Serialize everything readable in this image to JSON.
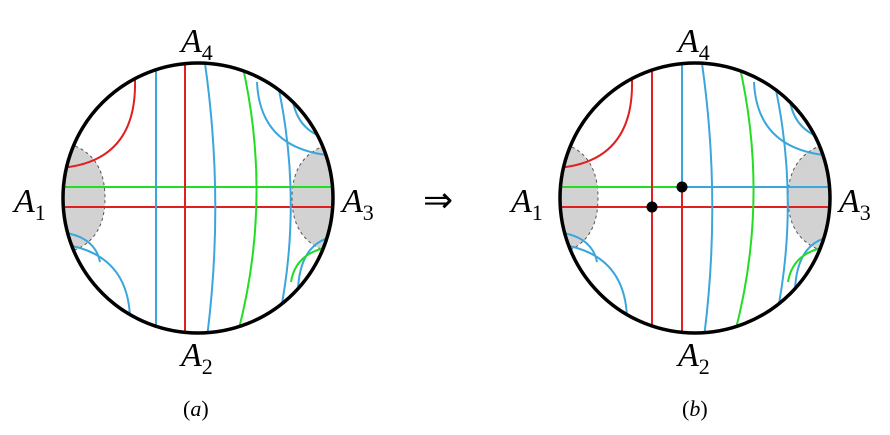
{
  "panels": [
    {
      "id": "a",
      "caption": {
        "open": "(",
        "letter": "a",
        "close": ")"
      },
      "labels": [
        {
          "main": "A",
          "sub": "4"
        },
        {
          "main": "A",
          "sub": "1"
        },
        {
          "main": "A",
          "sub": "3"
        },
        {
          "main": "A",
          "sub": "2"
        }
      ]
    },
    {
      "id": "b",
      "caption": {
        "open": "(",
        "letter": "b",
        "close": ")"
      },
      "labels": [
        {
          "main": "A",
          "sub": "4"
        },
        {
          "main": "A",
          "sub": "1"
        },
        {
          "main": "A",
          "sub": "3"
        },
        {
          "main": "A",
          "sub": "2"
        }
      ]
    }
  ],
  "arrow": "⇒",
  "colors": {
    "red": "#e02020",
    "blue": "#3aa6dc",
    "green": "#22dd22",
    "shade": "#d2d2d2",
    "outline": "#000000"
  }
}
